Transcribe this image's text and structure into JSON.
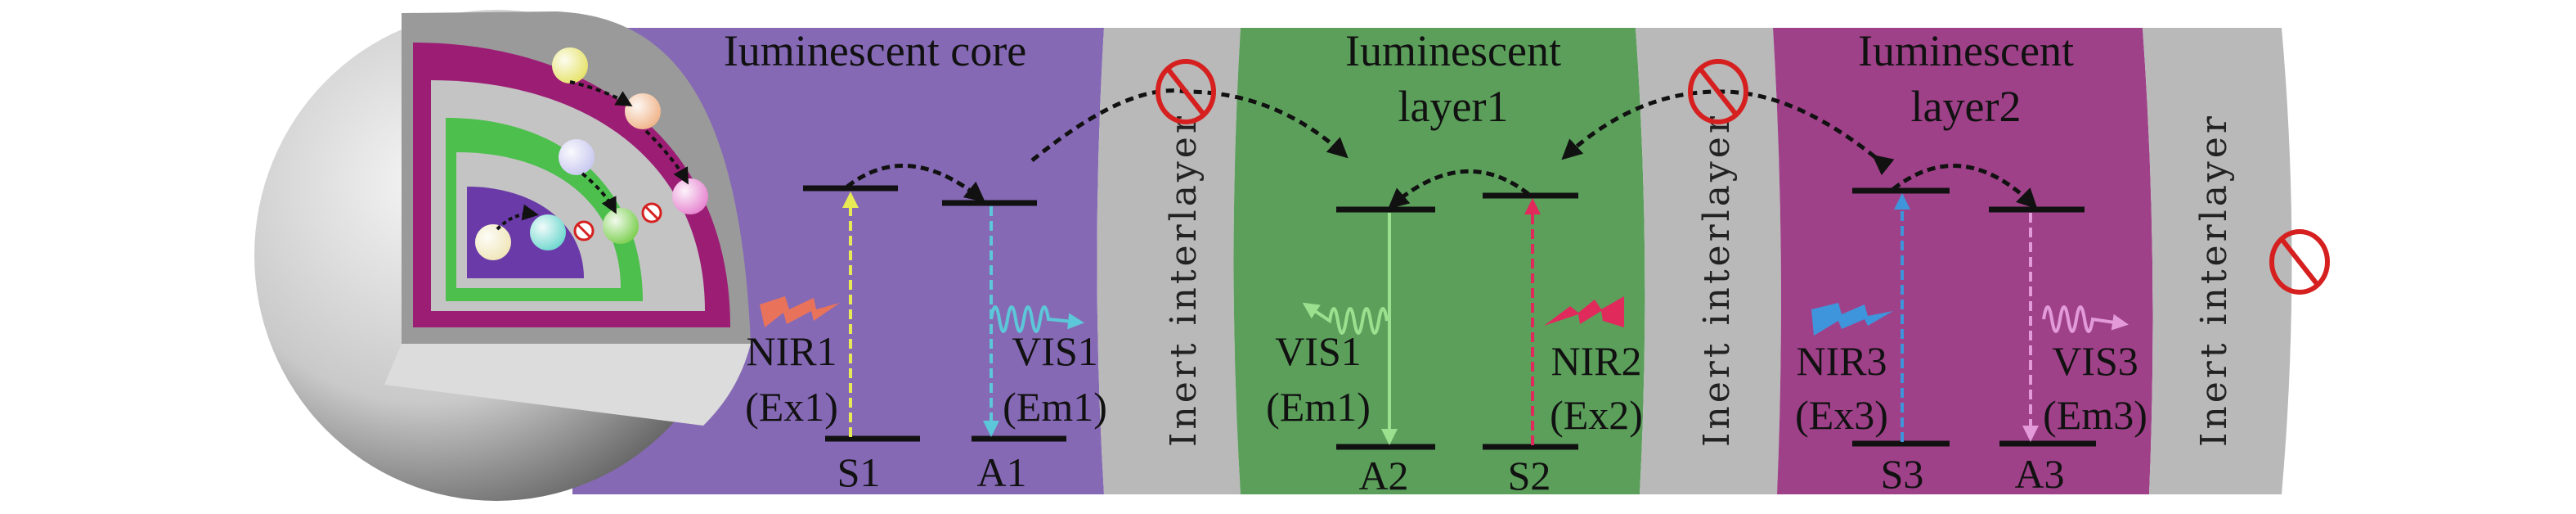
{
  "regions": {
    "core": {
      "title": "Iuminescent core",
      "color": "#8669b5"
    },
    "interlayer1": {
      "label": "Inert interlayer",
      "color": "#b9b9b9"
    },
    "layer1": {
      "title_line1": "Iuminescent",
      "title_line2": "layer1",
      "color": "#5b9f5b"
    },
    "interlayer2": {
      "label": "Inert interlayer",
      "color": "#b9b9b9"
    },
    "layer2": {
      "title_line1": "Iuminescent",
      "title_line2": "layer2",
      "color": "#9f4189"
    },
    "interlayer3": {
      "label": "Inert interlayer",
      "color": "#b9b9b9"
    }
  },
  "core_levels": {
    "sensitizer": "S1",
    "activator": "A1",
    "excitation": {
      "line1": "NIR1",
      "line2": "(Ex1)",
      "color": "#e8ea55",
      "icon_color": "#e8735a"
    },
    "emission": {
      "line1": "VIS1",
      "line2": "(Em1)",
      "color": "#5cc7d8"
    }
  },
  "layer1_levels": {
    "activator": "A2",
    "sensitizer": "S2",
    "emission": {
      "line1": "VIS1",
      "line2": "(Em1)",
      "color": "#9be08e"
    },
    "excitation": {
      "line1": "NIR2",
      "line2": "(Ex2)",
      "color": "#e02a5c"
    }
  },
  "layer2_levels": {
    "sensitizer": "S3",
    "activator": "A3",
    "excitation": {
      "line1": "NIR3",
      "line2": "(Ex3)",
      "color": "#3f95db"
    },
    "emission": {
      "line1": "VIS3",
      "line2": "(Em3)",
      "color": "#e29ad8"
    }
  },
  "icons": [
    "prohibited-icon",
    "lightning-icon",
    "wavy-emission-icon",
    "energy-transfer-arrow"
  ],
  "sphere": {
    "shell_colors": [
      "#9c1d74",
      "#4cbf4c",
      "#6a3aa8"
    ],
    "ion_colors": [
      "#e6e36a",
      "#f0b48a",
      "#c8c8f0",
      "#e684d0",
      "#7ccf50",
      "#6fd8cf",
      "#f0e6b8"
    ]
  }
}
